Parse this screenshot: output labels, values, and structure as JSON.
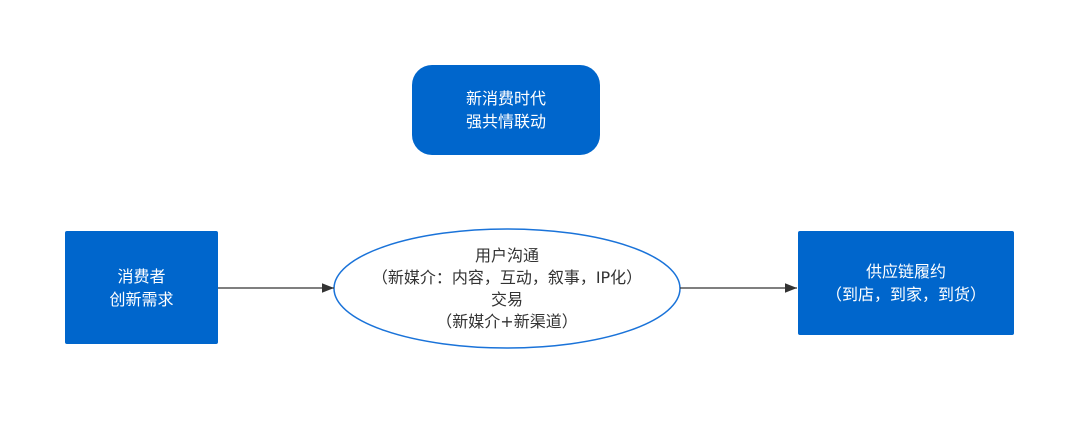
{
  "top_node": {
    "lines": [
      "新消费时代",
      "强共情联动"
    ]
  },
  "left_node": {
    "lines": [
      "消费者",
      "创新需求"
    ]
  },
  "center_node": {
    "lines": [
      "用户沟通",
      "（新媒介：内容，互动，叙事，IP化）",
      "交易",
      "（新媒介+新渠道）"
    ]
  },
  "right_node": {
    "lines": [
      "供应链履约",
      "（到店，到家，到货）"
    ]
  },
  "colors": {
    "box": "#0066cc",
    "ellipse_stroke": "#1a73d9",
    "arrow": "#333333"
  }
}
